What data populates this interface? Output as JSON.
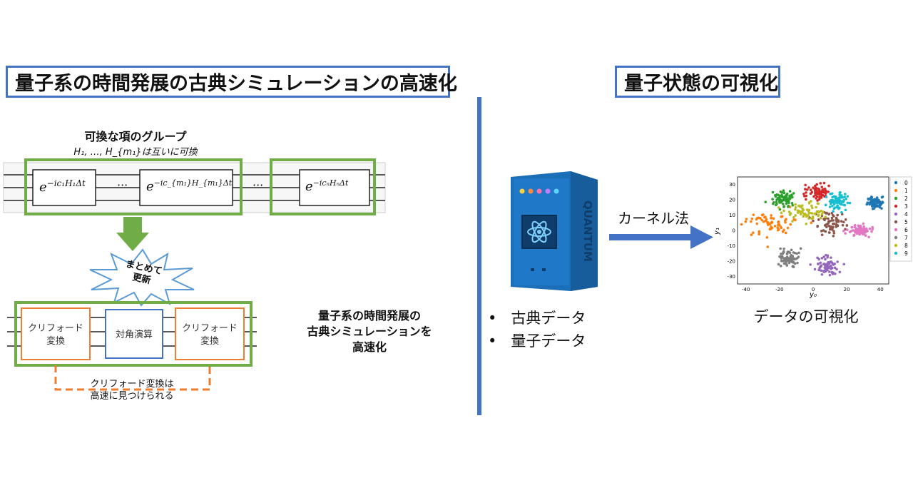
{
  "left": {
    "title": "量子系の時間発展の古典シミュレーションの高速化",
    "group_label": "可換な項のグループ",
    "commute_note": "H₁, …, H_{m₁}は互いに可換",
    "gates": {
      "gate1": {
        "base": "e",
        "exp": "−ic₁H₁Δt"
      },
      "gate2": {
        "base": "e",
        "exp": "−ic_{m₁}H_{m₁}Δt"
      },
      "gate3": {
        "base": "e",
        "exp": "−icₙHₙΔt"
      },
      "dots": "···"
    },
    "burst_line1": "まとめて",
    "burst_line2": "更新",
    "clifford_left_l1": "クリフォード",
    "clifford_left_l2": "変換",
    "diagonal": "対角演算",
    "clifford_right_l1": "クリフォード",
    "clifford_right_l2": "変換",
    "clifford_note_l1": "クリフォード変換は",
    "clifford_note_l2": "高速に見つけられる",
    "summary_l1": "量子系の時間発展の",
    "summary_l2": "古典シミュレーションを",
    "summary_l3": "高速化"
  },
  "right": {
    "title": "量子状態の可視化",
    "device_label": "QUANTUM",
    "arrow_label": "カーネル法",
    "bullets": [
      "古典データ",
      "量子データ"
    ],
    "bullet_mark": "•",
    "viz_caption": "データの可視化"
  },
  "chart_data": {
    "type": "scatter",
    "title": "",
    "xlabel": "y₀",
    "ylabel": "y₁",
    "xlim": [
      -45,
      45
    ],
    "ylim": [
      -35,
      35
    ],
    "xticks": [
      "-40",
      "-20",
      "0",
      "20",
      "40"
    ],
    "yticks": [
      "30",
      "20",
      "10",
      "0",
      "-10",
      "-20",
      "-30"
    ],
    "legend_placement": "outside-right",
    "series": [
      {
        "name": "0",
        "color": "#1f77b4",
        "center": [
          37,
          18
        ],
        "spread": [
          4,
          3
        ]
      },
      {
        "name": "1",
        "color": "#ff7f0e",
        "center": [
          -25,
          5
        ],
        "spread": [
          12,
          6
        ]
      },
      {
        "name": "2",
        "color": "#2ca02c",
        "center": [
          -18,
          20
        ],
        "spread": [
          6,
          5
        ]
      },
      {
        "name": "3",
        "color": "#d62728",
        "center": [
          2,
          25
        ],
        "spread": [
          7,
          4
        ]
      },
      {
        "name": "4",
        "color": "#9467bd",
        "center": [
          8,
          -23
        ],
        "spread": [
          6,
          5
        ]
      },
      {
        "name": "5",
        "color": "#8c564b",
        "center": [
          10,
          5
        ],
        "spread": [
          8,
          6
        ]
      },
      {
        "name": "6",
        "color": "#e377c2",
        "center": [
          28,
          0
        ],
        "spread": [
          5,
          3
        ]
      },
      {
        "name": "7",
        "color": "#7f7f7f",
        "center": [
          -15,
          -18
        ],
        "spread": [
          5,
          5
        ]
      },
      {
        "name": "8",
        "color": "#bcbd22",
        "center": [
          -5,
          12
        ],
        "spread": [
          9,
          5
        ]
      },
      {
        "name": "9",
        "color": "#17becf",
        "center": [
          15,
          20
        ],
        "spread": [
          5,
          5
        ]
      }
    ]
  }
}
